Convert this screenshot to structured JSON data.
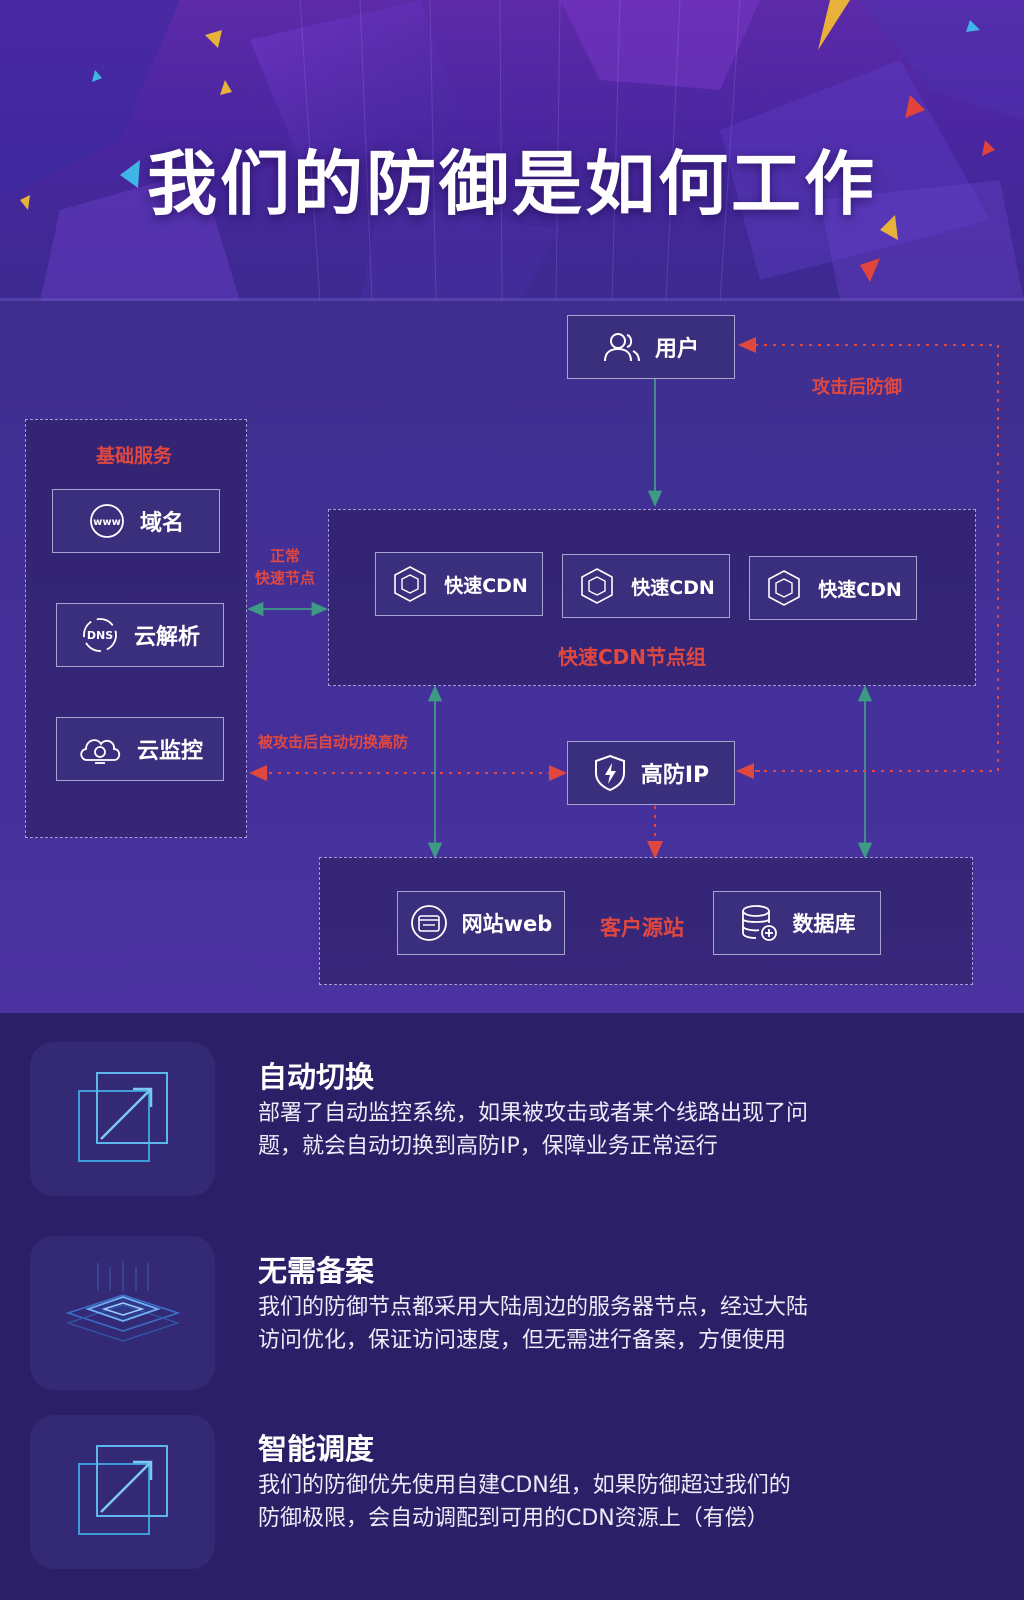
{
  "hero": {
    "title": "我们的防御是如何工作"
  },
  "diagram": {
    "user": "用户",
    "attack_defense_label": "攻击后防御",
    "basic_services": {
      "title": "基础服务",
      "items": [
        {
          "label": "域名",
          "icon": "www-globe-icon"
        },
        {
          "label": "云解析",
          "icon": "dns-icon"
        },
        {
          "label": "云监控",
          "icon": "cloud-camera-icon"
        }
      ]
    },
    "normal_label_line1": "正常",
    "normal_label_line2": "快速节点",
    "cdn_group": {
      "title": "快速CDN节点组",
      "nodes": [
        "快速CDN",
        "快速CDN",
        "快速CDN"
      ]
    },
    "auto_switch_label": "被攻击后自动切换高防",
    "high_defense_ip": "高防IP",
    "origin": {
      "title": "客户源站",
      "web": "网站web",
      "db": "数据库"
    },
    "colors": {
      "red": "#e0483f",
      "green_arrow": "#3d9b83",
      "node_border": "#a9a3cf"
    }
  },
  "features": [
    {
      "title": "自动切换",
      "desc_line1": "部署了自动监控系统，如果被攻击或者某个线路出现了问",
      "desc_line2": "题，就会自动切换到高防IP，保障业务正常运行",
      "icon": "expand-arrow-icon"
    },
    {
      "title": "无需备案",
      "desc_line1": "我们的防御节点都采用大陆周边的服务器节点，经过大陆",
      "desc_line2": "访问优化，保证访问速度，但无需进行备案，方便使用",
      "icon": "chip-layers-icon"
    },
    {
      "title": "智能调度",
      "desc_line1": "我们的防御优先使用自建CDN组，如果防御超过我们的",
      "desc_line2": "防御极限，会自动调配到可用的CDN资源上（有偿）",
      "icon": "expand-arrow-icon"
    }
  ]
}
